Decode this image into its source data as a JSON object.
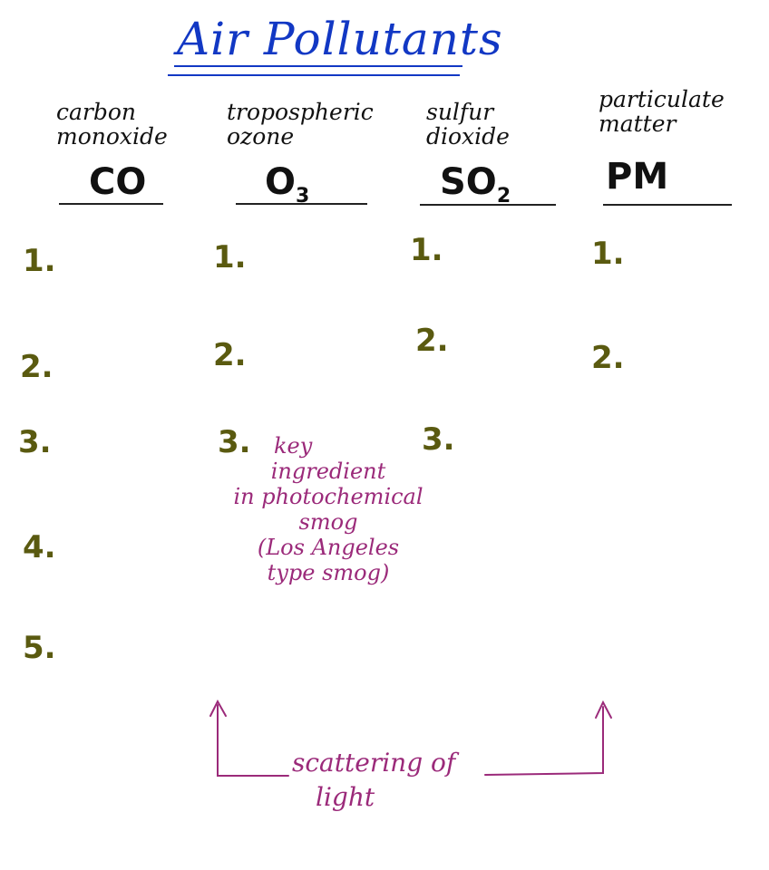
{
  "title": "Air Pollutants",
  "columns": [
    {
      "name": "carbon monoxide",
      "formula": "CO",
      "items": [
        "1.",
        "2.",
        "3.",
        "4.",
        "5."
      ]
    },
    {
      "name": "tropospheric ozone",
      "formula_base": "O",
      "formula_sub": "3",
      "items": [
        "1.",
        "2.",
        "3."
      ]
    },
    {
      "name": "sulfur dioxide",
      "formula_base": "SO",
      "formula_sub": "2",
      "items": [
        "1.",
        "2.",
        "3."
      ]
    },
    {
      "name": "particulate matter",
      "formula": "PM",
      "items": [
        "1.",
        "2."
      ]
    }
  ],
  "ozone_note": [
    "key",
    "ingredient",
    "in photochemical",
    "smog",
    "(Los Angeles",
    "type smog)"
  ],
  "arrow_label": [
    "scattering of",
    "light"
  ],
  "colors": {
    "title": "#1238c4",
    "numbers": "#5a5a10",
    "notes": "#9b2a7a"
  }
}
